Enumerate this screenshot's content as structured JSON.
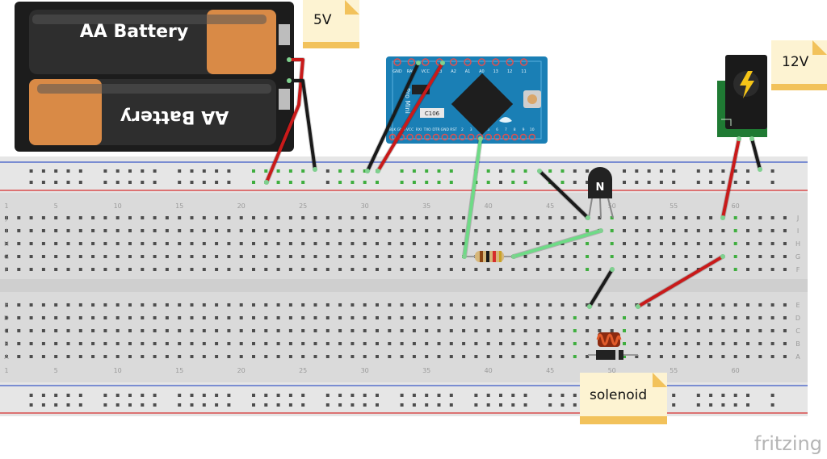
{
  "notes": {
    "battery_voltage": "5V",
    "jack_voltage": "12V",
    "solenoid": "solenoid"
  },
  "battery": {
    "cell_label_top": "AA Battery",
    "cell_label_bottom": "AA Battery"
  },
  "breadboard": {
    "column_numbers": [
      "1",
      "5",
      "10",
      "15",
      "20",
      "25",
      "30",
      "35",
      "40",
      "45",
      "50",
      "55",
      "60"
    ],
    "row_letters_top": [
      "J",
      "I",
      "H",
      "G",
      "F"
    ],
    "row_letters_bottom": [
      "E",
      "D",
      "C",
      "B",
      "A"
    ]
  },
  "arduino": {
    "top_pins": [
      "GND",
      "RAW",
      "VCC",
      "A3",
      "A2",
      "A1",
      "A0",
      "13",
      "12",
      "11"
    ],
    "bottom_pins": [
      "BLK",
      "GND",
      "VCC",
      "RXI",
      "TXO",
      "DTR",
      "GND",
      "RST",
      "2",
      "3",
      "4",
      "5",
      "6",
      "7",
      "8",
      "9",
      "10"
    ],
    "board_text": "Pro Mini",
    "chip_label": "C106"
  },
  "transistor": {
    "label": "N"
  },
  "watermark": "fritzing",
  "colors": {
    "board": "#d9d9d9",
    "rail_red": "#d62d2d",
    "rail_blue": "#3a58c7",
    "hole": "#4d4d4d",
    "hole_active": "#3fae3f",
    "wire_red": "#c91a1a",
    "wire_black": "#1a1a1a",
    "wire_green": "#6edb86",
    "note": "#fdf3d2",
    "arduino": "#1a7fb5"
  }
}
